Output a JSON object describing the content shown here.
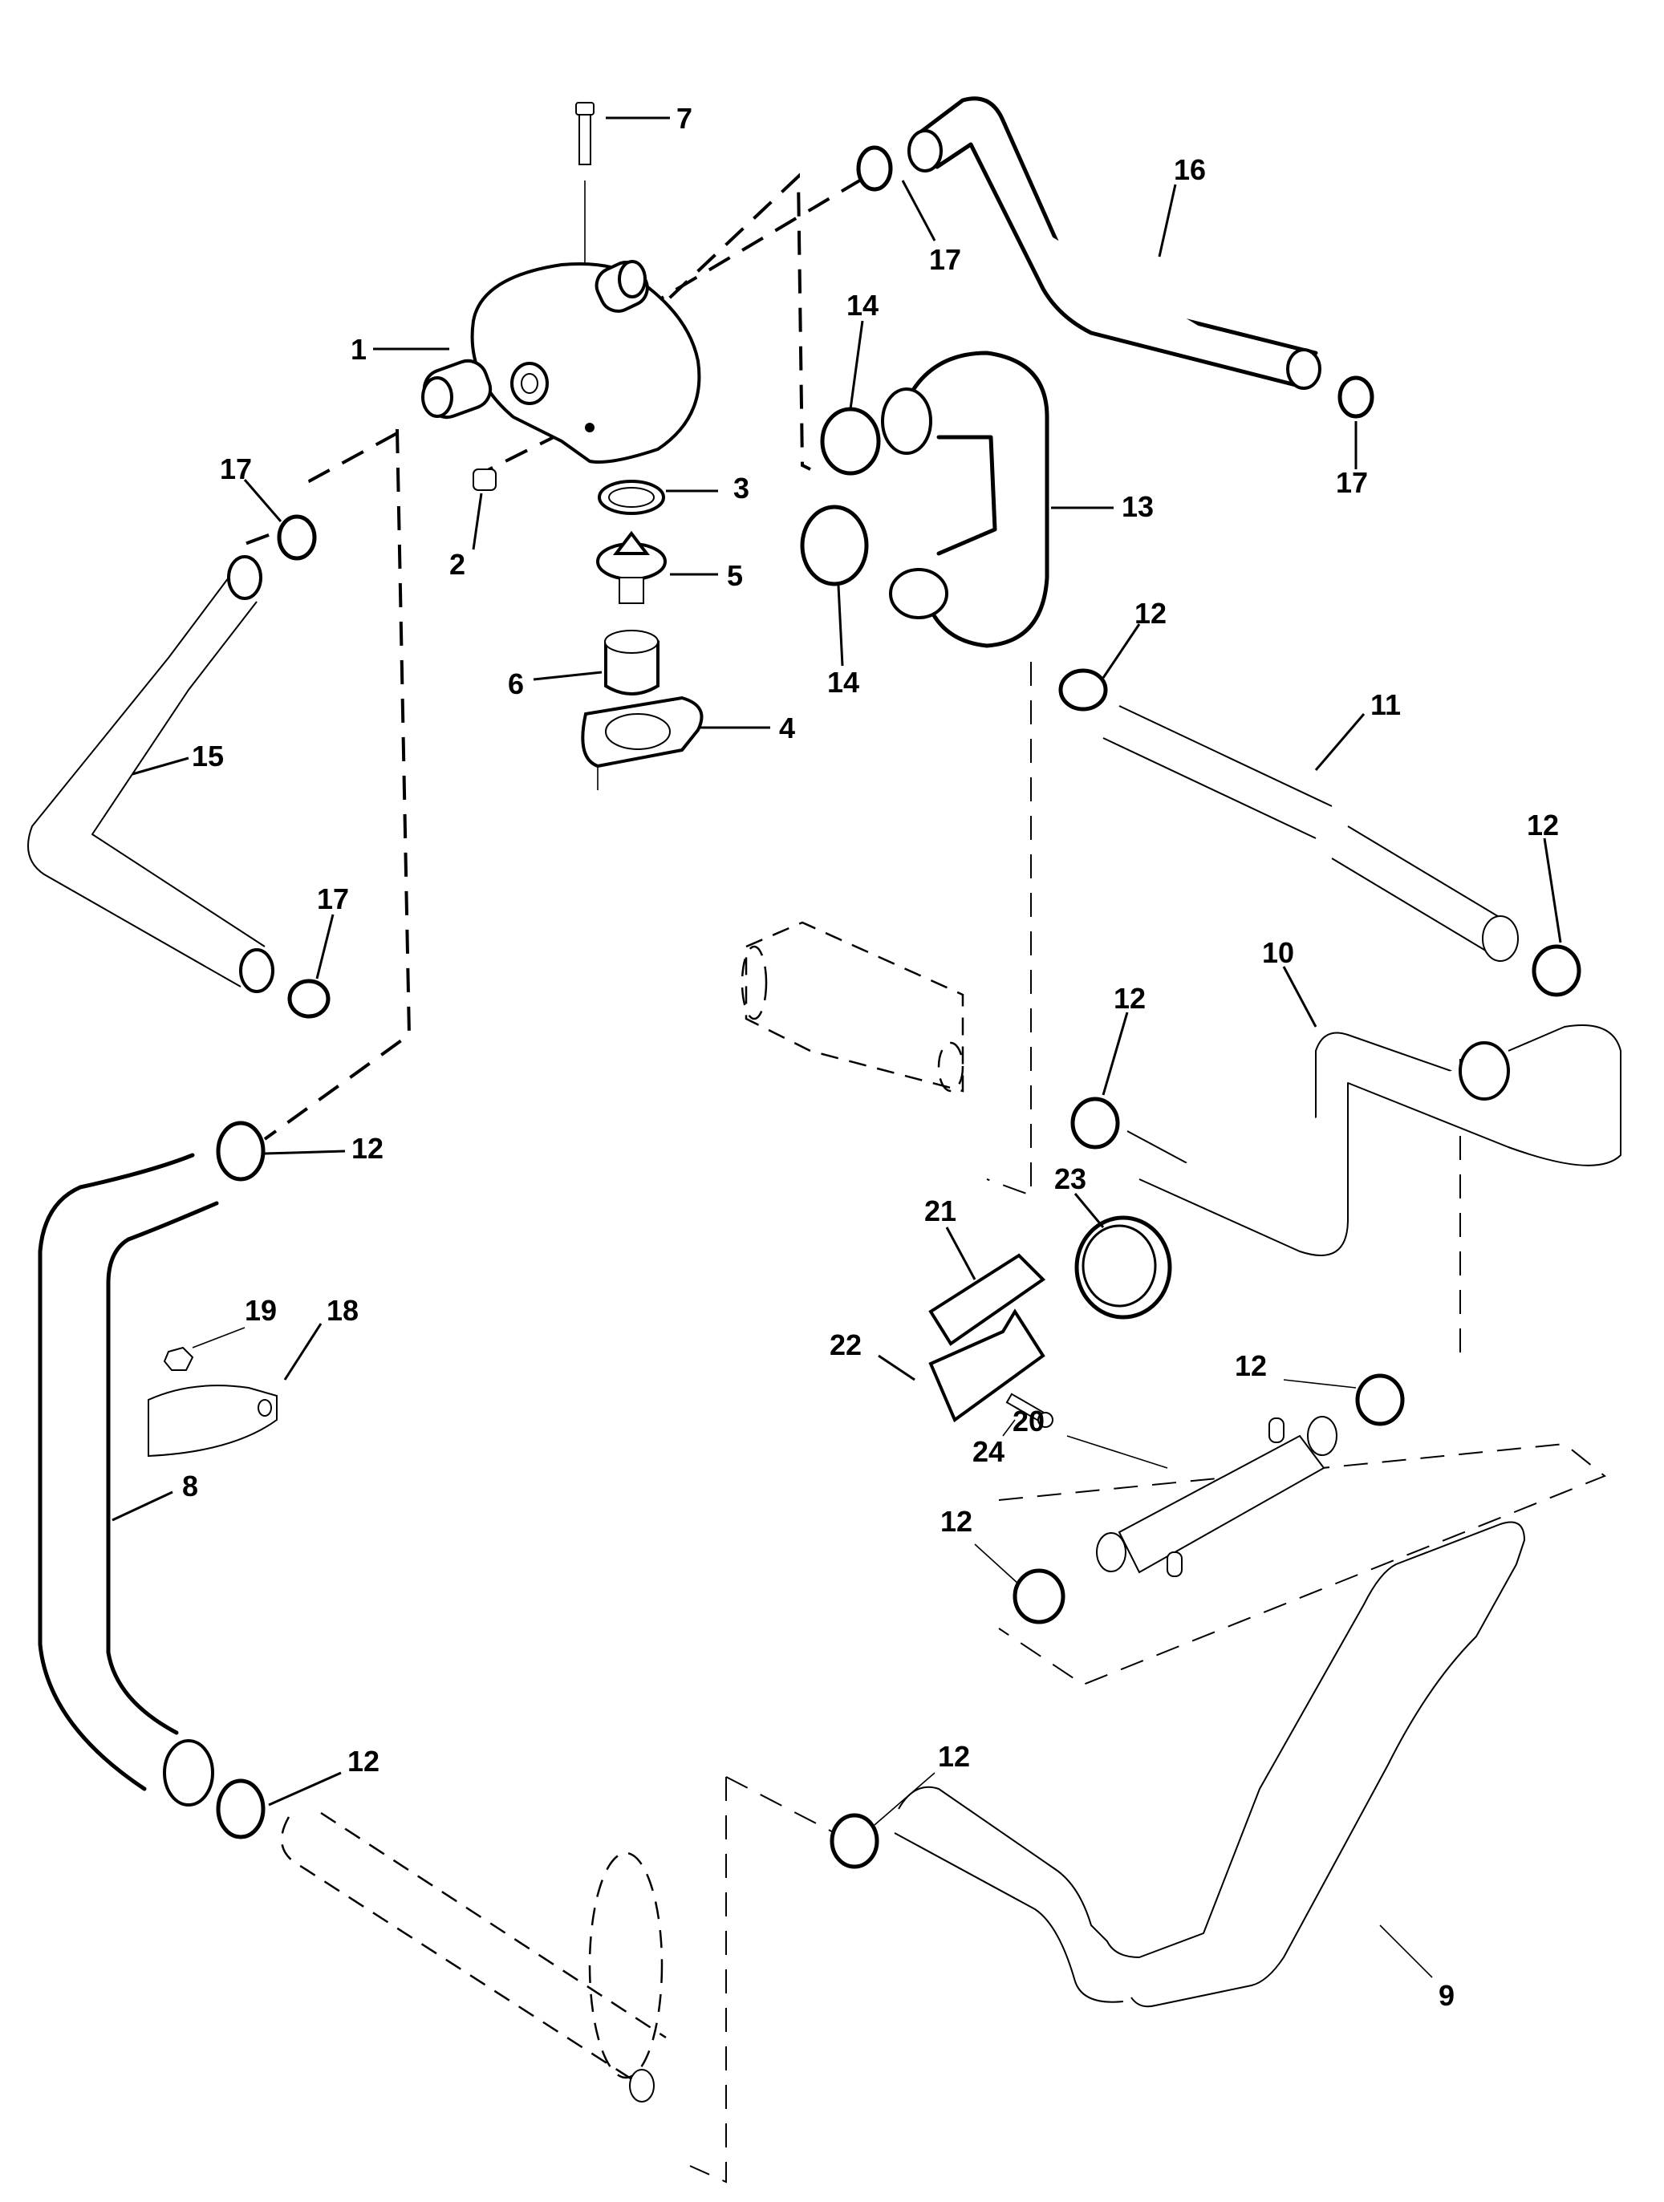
{
  "diagram": {
    "type": "exploded-parts-diagram",
    "subject": "Cooling system hoses and thermostat housing",
    "callouts": [
      {
        "id": "c7",
        "label": "7",
        "part": "bolt"
      },
      {
        "id": "c16",
        "label": "16",
        "part": "hose"
      },
      {
        "id": "c17a",
        "label": "17",
        "part": "hose-clamp"
      },
      {
        "id": "c17b",
        "label": "17",
        "part": "hose-clamp"
      },
      {
        "id": "c1",
        "label": "1",
        "part": "thermostat-housing"
      },
      {
        "id": "c14a",
        "label": "14",
        "part": "hose-clamp"
      },
      {
        "id": "c17c",
        "label": "17",
        "part": "hose-clamp"
      },
      {
        "id": "c3",
        "label": "3",
        "part": "seal"
      },
      {
        "id": "c13",
        "label": "13",
        "part": "hose"
      },
      {
        "id": "c2",
        "label": "2",
        "part": "plug"
      },
      {
        "id": "c5",
        "label": "5",
        "part": "thermostat"
      },
      {
        "id": "c12a",
        "label": "12",
        "part": "hose-clamp"
      },
      {
        "id": "c14b",
        "label": "14",
        "part": "hose-clamp"
      },
      {
        "id": "c6",
        "label": "6",
        "part": "sleeve"
      },
      {
        "id": "c4",
        "label": "4",
        "part": "gasket"
      },
      {
        "id": "c11",
        "label": "11",
        "part": "hose"
      },
      {
        "id": "c15",
        "label": "15",
        "part": "hose"
      },
      {
        "id": "c12b",
        "label": "12",
        "part": "hose-clamp"
      },
      {
        "id": "c17d",
        "label": "17",
        "part": "hose-clamp"
      },
      {
        "id": "c10",
        "label": "10",
        "part": "hose"
      },
      {
        "id": "c12c",
        "label": "12",
        "part": "hose-clamp"
      },
      {
        "id": "c12d",
        "label": "12",
        "part": "hose-clamp"
      },
      {
        "id": "c23",
        "label": "23",
        "part": "hose-clamp"
      },
      {
        "id": "c21",
        "label": "21",
        "part": "bracket-upper"
      },
      {
        "id": "c19",
        "label": "19",
        "part": "nut"
      },
      {
        "id": "c18",
        "label": "18",
        "part": "clamp-bracket"
      },
      {
        "id": "c22",
        "label": "22",
        "part": "bracket-lower"
      },
      {
        "id": "c12e",
        "label": "12",
        "part": "hose-clamp"
      },
      {
        "id": "c20",
        "label": "20",
        "part": "cooler"
      },
      {
        "id": "c24",
        "label": "24",
        "part": "screw"
      },
      {
        "id": "c8",
        "label": "8",
        "part": "hose"
      },
      {
        "id": "c12f",
        "label": "12",
        "part": "hose-clamp"
      },
      {
        "id": "c12g",
        "label": "12",
        "part": "hose-clamp"
      },
      {
        "id": "c12h",
        "label": "12",
        "part": "hose-clamp"
      },
      {
        "id": "c9",
        "label": "9",
        "part": "hose"
      }
    ]
  }
}
